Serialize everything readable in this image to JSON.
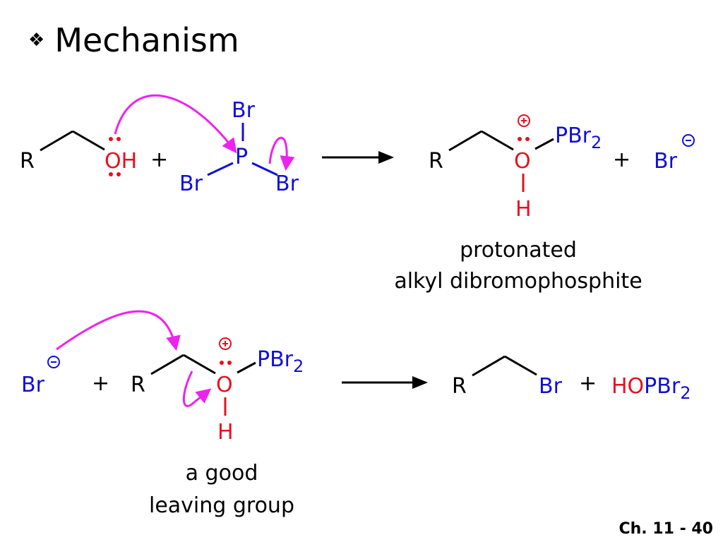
{
  "slide": {
    "title": "Mechanism",
    "bullet": "❖",
    "page_label": "Ch. 11 - 40"
  },
  "colors": {
    "bond": "#000000",
    "oxygen": "#e8101e",
    "phosphorus_bromine": "#1010d8",
    "arrow_curly": "#ee22ee",
    "reaction_arrow": "#000000"
  },
  "step1": {
    "alcohol": {
      "r": "R",
      "oh": "OH"
    },
    "plus1": "+",
    "pbr3": {
      "p": "P",
      "br_top": "Br",
      "br_left": "Br",
      "br_right": "Br"
    },
    "product": {
      "r": "R",
      "o": "O",
      "h": "H",
      "pbr": "PBr",
      "sub": "2",
      "plus": "+",
      "br": "Br"
    },
    "caption_line1": "protonated",
    "caption_line2": "alkyl dibromophosphite"
  },
  "step2": {
    "bromide": "Br",
    "plus1": "+",
    "intermediate": {
      "r": "R",
      "o": "O",
      "h": "H",
      "pbr": "PBr",
      "sub": "2"
    },
    "product": {
      "r": "R",
      "br": "Br",
      "plus": "+",
      "ho": "HO",
      "pbr": "PBr",
      "sub": "2"
    },
    "caption_line1": "a good",
    "caption_line2": "leaving group"
  }
}
